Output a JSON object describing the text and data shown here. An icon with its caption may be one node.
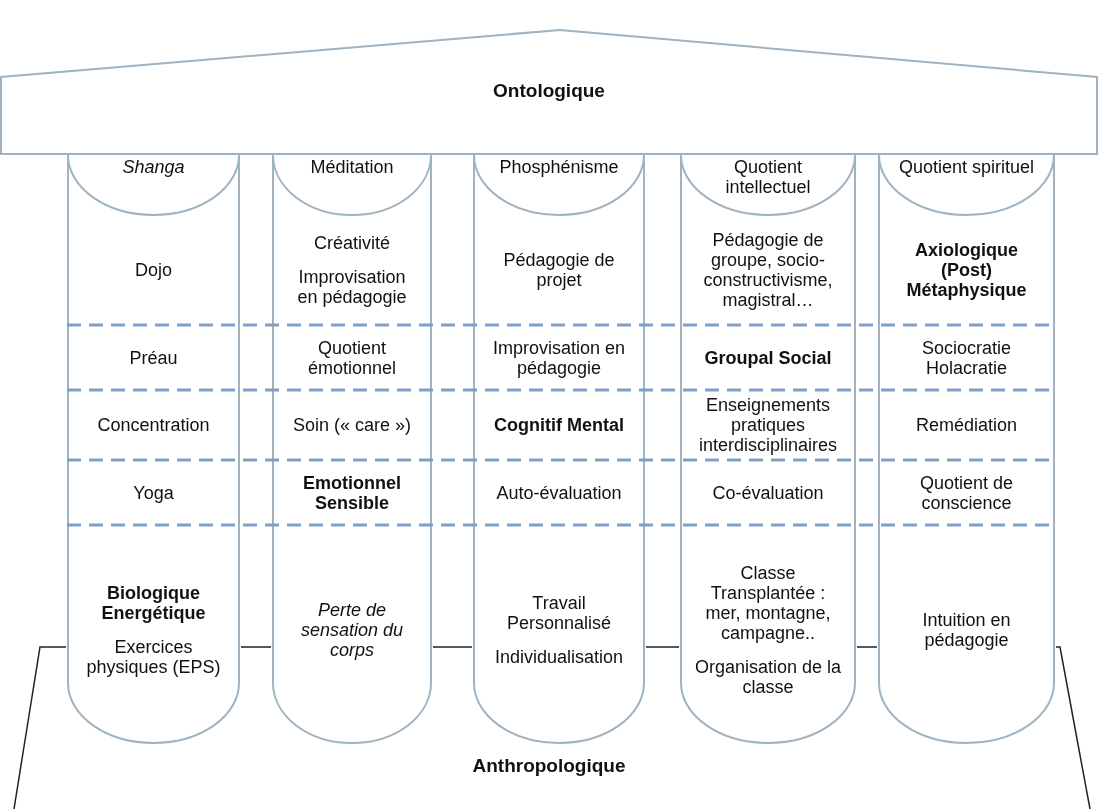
{
  "diagram": {
    "nodes": [
      {
        "text": [
          "Ontologique"
        ]
      },
      {
        "text": [
          "Shanga",
          "Dojo",
          "Préau",
          "Concentration",
          "Yoga",
          "Biologique Energétique",
          "Exercices physiques (EPS)"
        ]
      },
      {
        "text": [
          "Méditation",
          "Créativité",
          "Improvisation en pédagogie",
          "Quotient émotionnel",
          "Soin (« care »)",
          "Emotionnel Sensible",
          "Perte de sensation du corps"
        ]
      },
      {
        "text": [
          "Phosphénisme",
          "Pédagogie de projet",
          "Improvisation en pédagogie",
          "Cognitif Mental",
          "Auto-évaluation",
          "Travail Personnalisé",
          "Individualisation"
        ]
      },
      {
        "text": [
          "Quotient intellectuel",
          "Pédagogie de groupe, socio-constructivisme, magistral…",
          "Groupal Social",
          "Enseignements pratiques interdisciplinaires",
          "Co-évaluation",
          "Classe Transplantée : mer, montagne, campagne..",
          "Organisation de la classe"
        ]
      },
      {
        "text": [
          "Quotient spirituel",
          "Axiologique (Post) Métaphysique",
          "Sociocratie Holacratie",
          "Remédiation",
          "Quotient de conscience",
          "Intuition en pédagogie"
        ]
      },
      {
        "text": [
          "Anthropologique"
        ]
      }
    ]
  }
}
